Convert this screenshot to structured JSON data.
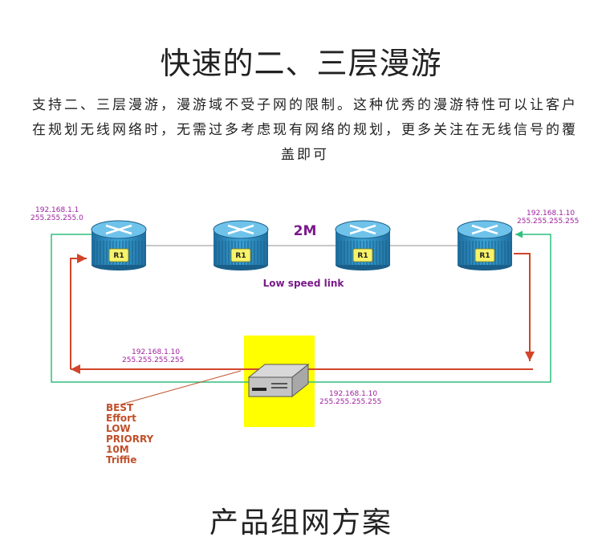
{
  "header": {
    "title": "快速的二、三层漫游",
    "description": "支持二、三层漫游，漫游域不受子网的限制。这种优秀的漫游特性可以让客户在规划无线网络时，无需过多考虑现有网络的规划，更多关注在无线信号的覆盖即可"
  },
  "diagram": {
    "routers": [
      {
        "label": "R1",
        "icon": "router-icon"
      },
      {
        "label": "R1",
        "icon": "router-icon"
      },
      {
        "label": "R1",
        "icon": "router-icon"
      },
      {
        "label": "R1",
        "icon": "router-icon"
      }
    ],
    "link_bandwidth": "2M",
    "link_caption": "Low speed link",
    "left_router_ip": "192.168.1.1",
    "left_router_mask": "255.255.255.0",
    "right_router_ip": "192.168.1.10",
    "right_router_mask": "255.255.255.255",
    "left_path_ip": "192.168.1.10",
    "left_path_mask": "255.255.255.255",
    "switch_ip": "192.168.1.10",
    "switch_mask": "255.255.255.255",
    "qos_lines": [
      "BEST",
      "Effort",
      "LOW",
      "PRIORRY",
      "10M",
      "Triffie"
    ],
    "colors": {
      "router_body": "#2d8fc4",
      "router_top": "#6fc3ea",
      "label_box": "#f7f36a",
      "highlight_box": "#ffff00",
      "green_line": "#2fbf7f",
      "red_line": "#d2452a",
      "ip_text": "#a020a0",
      "purple_text": "#7a1a8a",
      "qos_text": "#c0502a"
    }
  },
  "footer": {
    "title": "产品组网方案"
  }
}
